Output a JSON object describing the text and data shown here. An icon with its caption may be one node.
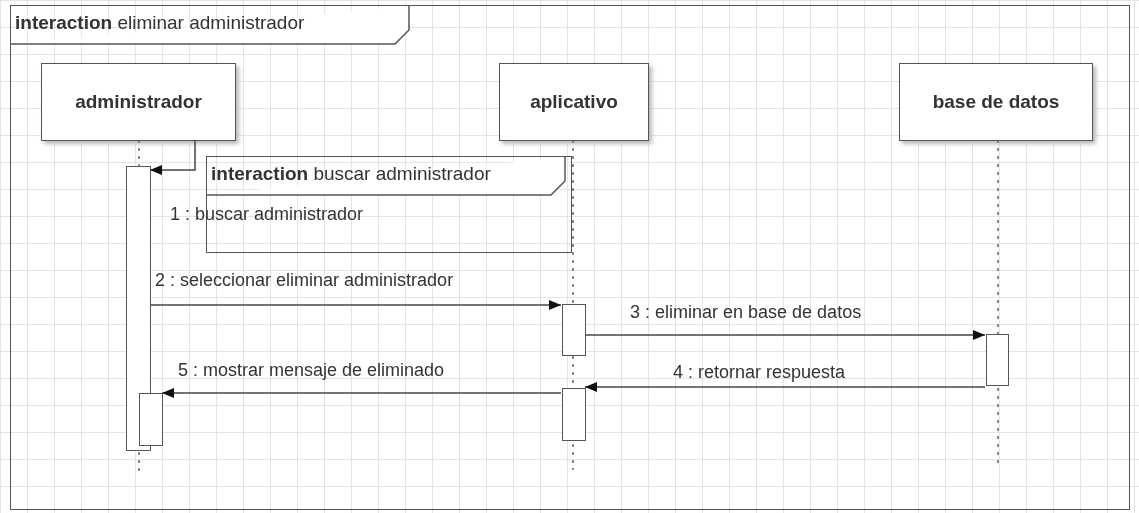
{
  "diagram": {
    "nodes": [
      {
        "text": [
          "**interaction** eliminar administrador"
        ]
      },
      {
        "text": [
          "administrador"
        ],
        "in": 0
      },
      {
        "text": [
          "aplicativo"
        ],
        "in": 0
      },
      {
        "text": [
          "base de datos"
        ],
        "in": 0
      },
      {
        "text": [
          "**interaction** buscar administrador"
        ],
        "in": 0
      },
      {
        "text": [],
        "shape": "bar",
        "in": 0
      },
      {
        "text": [],
        "shape": "bar",
        "in": 0
      },
      {
        "text": [],
        "shape": "bar",
        "in": 0
      },
      {
        "text": [],
        "shape": "bar",
        "in": 0
      },
      {
        "text": [],
        "shape": "bar",
        "in": 0
      }
    ],
    "edges": [
      {
        "from": 1,
        "to": 5,
        "arrow": "to",
        "label": "1 : buscar administrador"
      },
      {
        "from": 5,
        "to": 7,
        "arrow": "to",
        "label": "2 : seleccionar eliminar administrador"
      },
      {
        "from": 7,
        "to": 9,
        "arrow": "to",
        "label": "3 : eliminar en base de datos"
      },
      {
        "from": 9,
        "to": 8,
        "arrow": "to",
        "label": "4 : retornar respuesta"
      },
      {
        "from": 8,
        "to": 6,
        "arrow": "to",
        "label": "5 : mostrar mensaje de eliminado"
      }
    ]
  }
}
